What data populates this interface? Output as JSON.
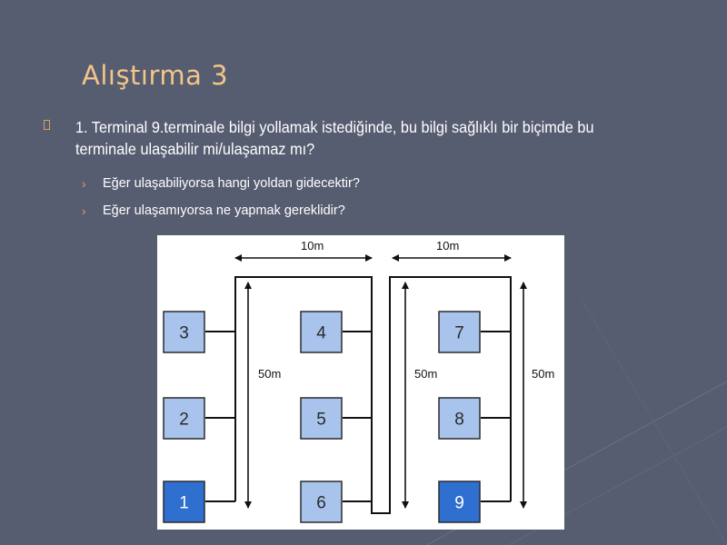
{
  "slide": {
    "title": "Alıştırma 3",
    "bullet_main": "1. Terminal 9.terminale bilgi yollamak istediğinde, bu bilgi sağlıklı bir biçimde bu terminale ulaşabilir mi/ulaşamaz mı?",
    "sub_bullets": [
      "Eğer ulaşabiliyorsa hangi yoldan gidecektir?",
      "Eğer ulaşamıyorsa ne yapmak gereklidir?"
    ]
  },
  "diagram": {
    "dimension_labels": {
      "top_left": "10m",
      "top_right": "10m",
      "left_height": "50m",
      "middle_height": "50m",
      "right_height": "50m"
    },
    "terminals": [
      {
        "label": "3",
        "highlight": false
      },
      {
        "label": "4",
        "highlight": false
      },
      {
        "label": "7",
        "highlight": false
      },
      {
        "label": "2",
        "highlight": false
      },
      {
        "label": "5",
        "highlight": false
      },
      {
        "label": "8",
        "highlight": false
      },
      {
        "label": "1",
        "highlight": true
      },
      {
        "label": "6",
        "highlight": false
      },
      {
        "label": "9",
        "highlight": true
      }
    ]
  },
  "colors": {
    "background": "#575d70",
    "title": "#f2c58a",
    "bullet_accent": "#d8a15a",
    "terminal_fill": "#a8c4ec",
    "terminal_highlight": "#2f6fd0"
  }
}
